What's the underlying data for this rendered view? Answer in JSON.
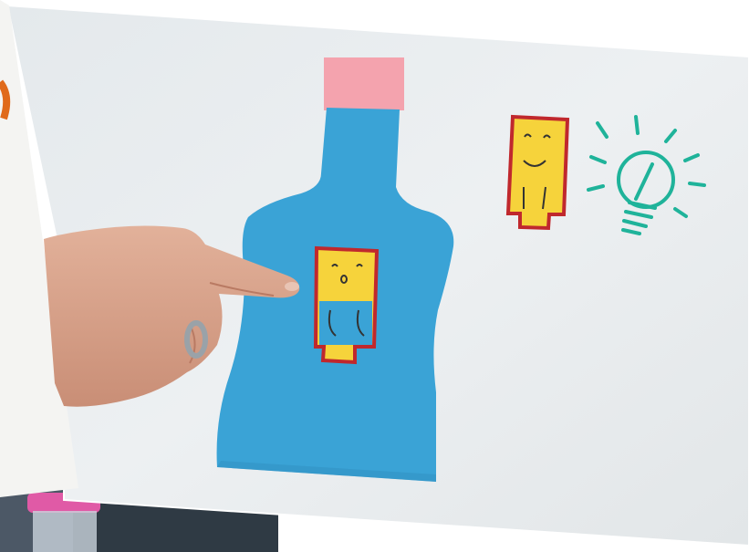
{
  "scene": {
    "description_colors": {
      "whiteboard": "#e9edf0",
      "bottle_paper": "#3aa3d6",
      "cap_paper": "#f4a3ae",
      "character_yellow": "#f6d33b",
      "character_border": "#c0282d",
      "lightbulb_marker": "#1fb39a",
      "skin": "#d9a48a"
    },
    "icons": [
      "bottle-cutout",
      "sitting-character",
      "standing-character",
      "lightbulb-drawing",
      "pointing-hand"
    ]
  }
}
